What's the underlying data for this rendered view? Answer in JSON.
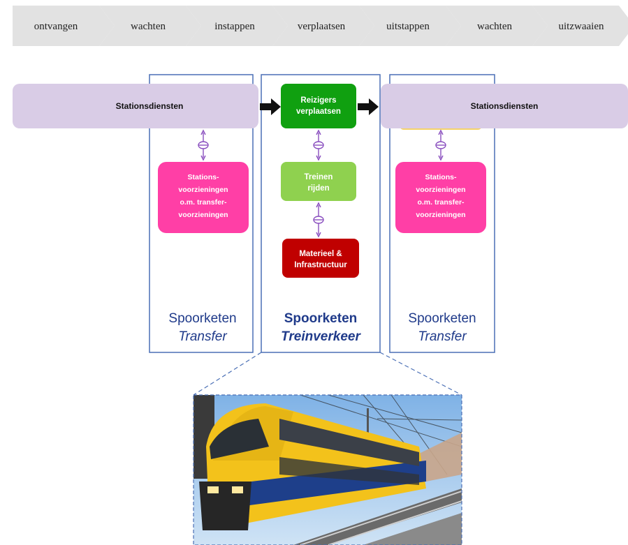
{
  "steps": [
    "ontvangen",
    "wachten",
    "instappen",
    "verplaatsen",
    "uitstappen",
    "wachten",
    "uitzwaaien"
  ],
  "left_service": "Stationsdiensten",
  "right_service": "Stationsdiensten",
  "center_boxes": {
    "top": [
      "Reizigers",
      "verplaatsen"
    ],
    "middle": [
      "Treinen",
      "rijden"
    ],
    "bottom": [
      "Materieel &",
      "Infrastructuur"
    ]
  },
  "left_facility": [
    "Stations-",
    "voorzieningen",
    "o.m. transfer-",
    "voorzieningen"
  ],
  "right_facility": [
    "Stations-",
    "voorzieningen",
    "o.m. transfer-",
    "voorzieningen"
  ],
  "left_chain": {
    "line1": "Spoorketen",
    "line2": "Transfer"
  },
  "center_chain": {
    "line1": "Spoorketen",
    "line2": "Treinverkeer"
  },
  "right_chain": {
    "line1": "Spoorketen",
    "line2": "Transfer"
  },
  "colors": {
    "chevron": "#e2e2e2",
    "service": "#d9cce6",
    "green_dark": "#10a010",
    "green_light": "#8fd14f",
    "red": "#c00000",
    "pink": "#ff3fa6",
    "connector": "#8a4fbf",
    "frame": "#4a6fb5",
    "train_yellow": "#f3c21b",
    "train_blue": "#1e3f8a",
    "sky": "#9ec6ee"
  },
  "photo": {
    "subject": "yellow double-decker train at station platform"
  }
}
